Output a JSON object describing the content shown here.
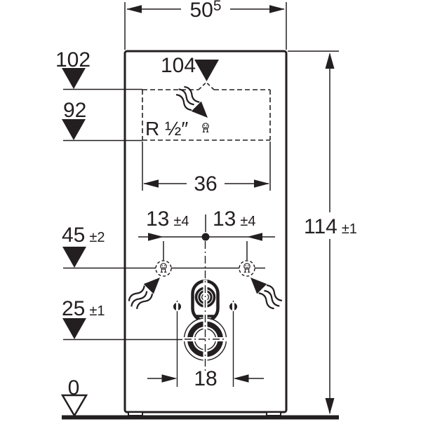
{
  "colors": {
    "ink": "#231f20",
    "background": "#ffffff"
  },
  "dims": {
    "overall_width": {
      "main": "50",
      "sup": "5"
    },
    "overall_height": {
      "main": "114",
      "tol": "±1"
    },
    "level_102": "102",
    "level_92": "92",
    "peak_104": "104",
    "box_width_36": "36",
    "offset_left": {
      "main": "13",
      "tol": "±4"
    },
    "offset_right": {
      "main": "13",
      "tol": "±4"
    },
    "level_45": {
      "main": "45",
      "tol": "±2"
    },
    "level_25": {
      "main": "25",
      "tol": "±1"
    },
    "outlet_18": "18",
    "floor_0": "0",
    "thread": "R ½″"
  },
  "icons": {
    "level_marker": "filled-triangle-down",
    "floor_marker": "open-triangle-down",
    "water_flow": "wavy-arrow",
    "water_connection": "tap-valve",
    "center_reference": "filled-dot"
  }
}
